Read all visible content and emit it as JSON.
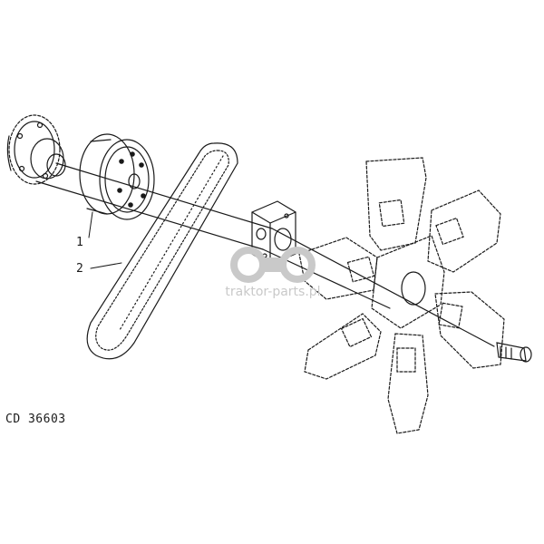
{
  "diagram": {
    "code": "CD 36603",
    "callouts": [
      {
        "number": "1"
      },
      {
        "number": "2"
      }
    ],
    "watermark": "traktor-parts.pl"
  },
  "colors": {
    "ink": "#1a1a1a",
    "watermark": "#c9c9c9"
  }
}
